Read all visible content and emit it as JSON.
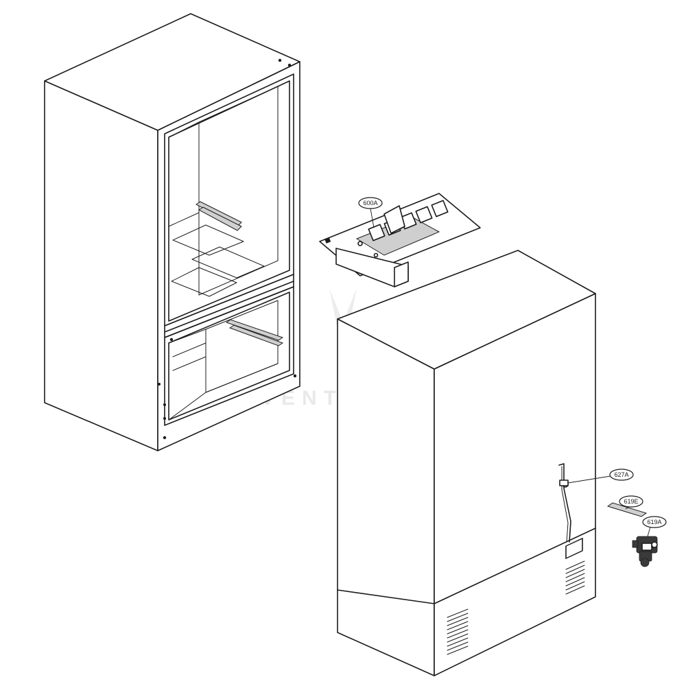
{
  "callouts": [
    {
      "id": "600A",
      "label": "600A"
    },
    {
      "id": "627A",
      "label": "627A"
    },
    {
      "id": "619E",
      "label": "619E"
    },
    {
      "id": "619A",
      "label": "619A"
    }
  ],
  "watermark": "VENTURE",
  "colors": {
    "line": "#1a1a1a",
    "background": "#ffffff",
    "watermark": "#e9e9e9"
  }
}
